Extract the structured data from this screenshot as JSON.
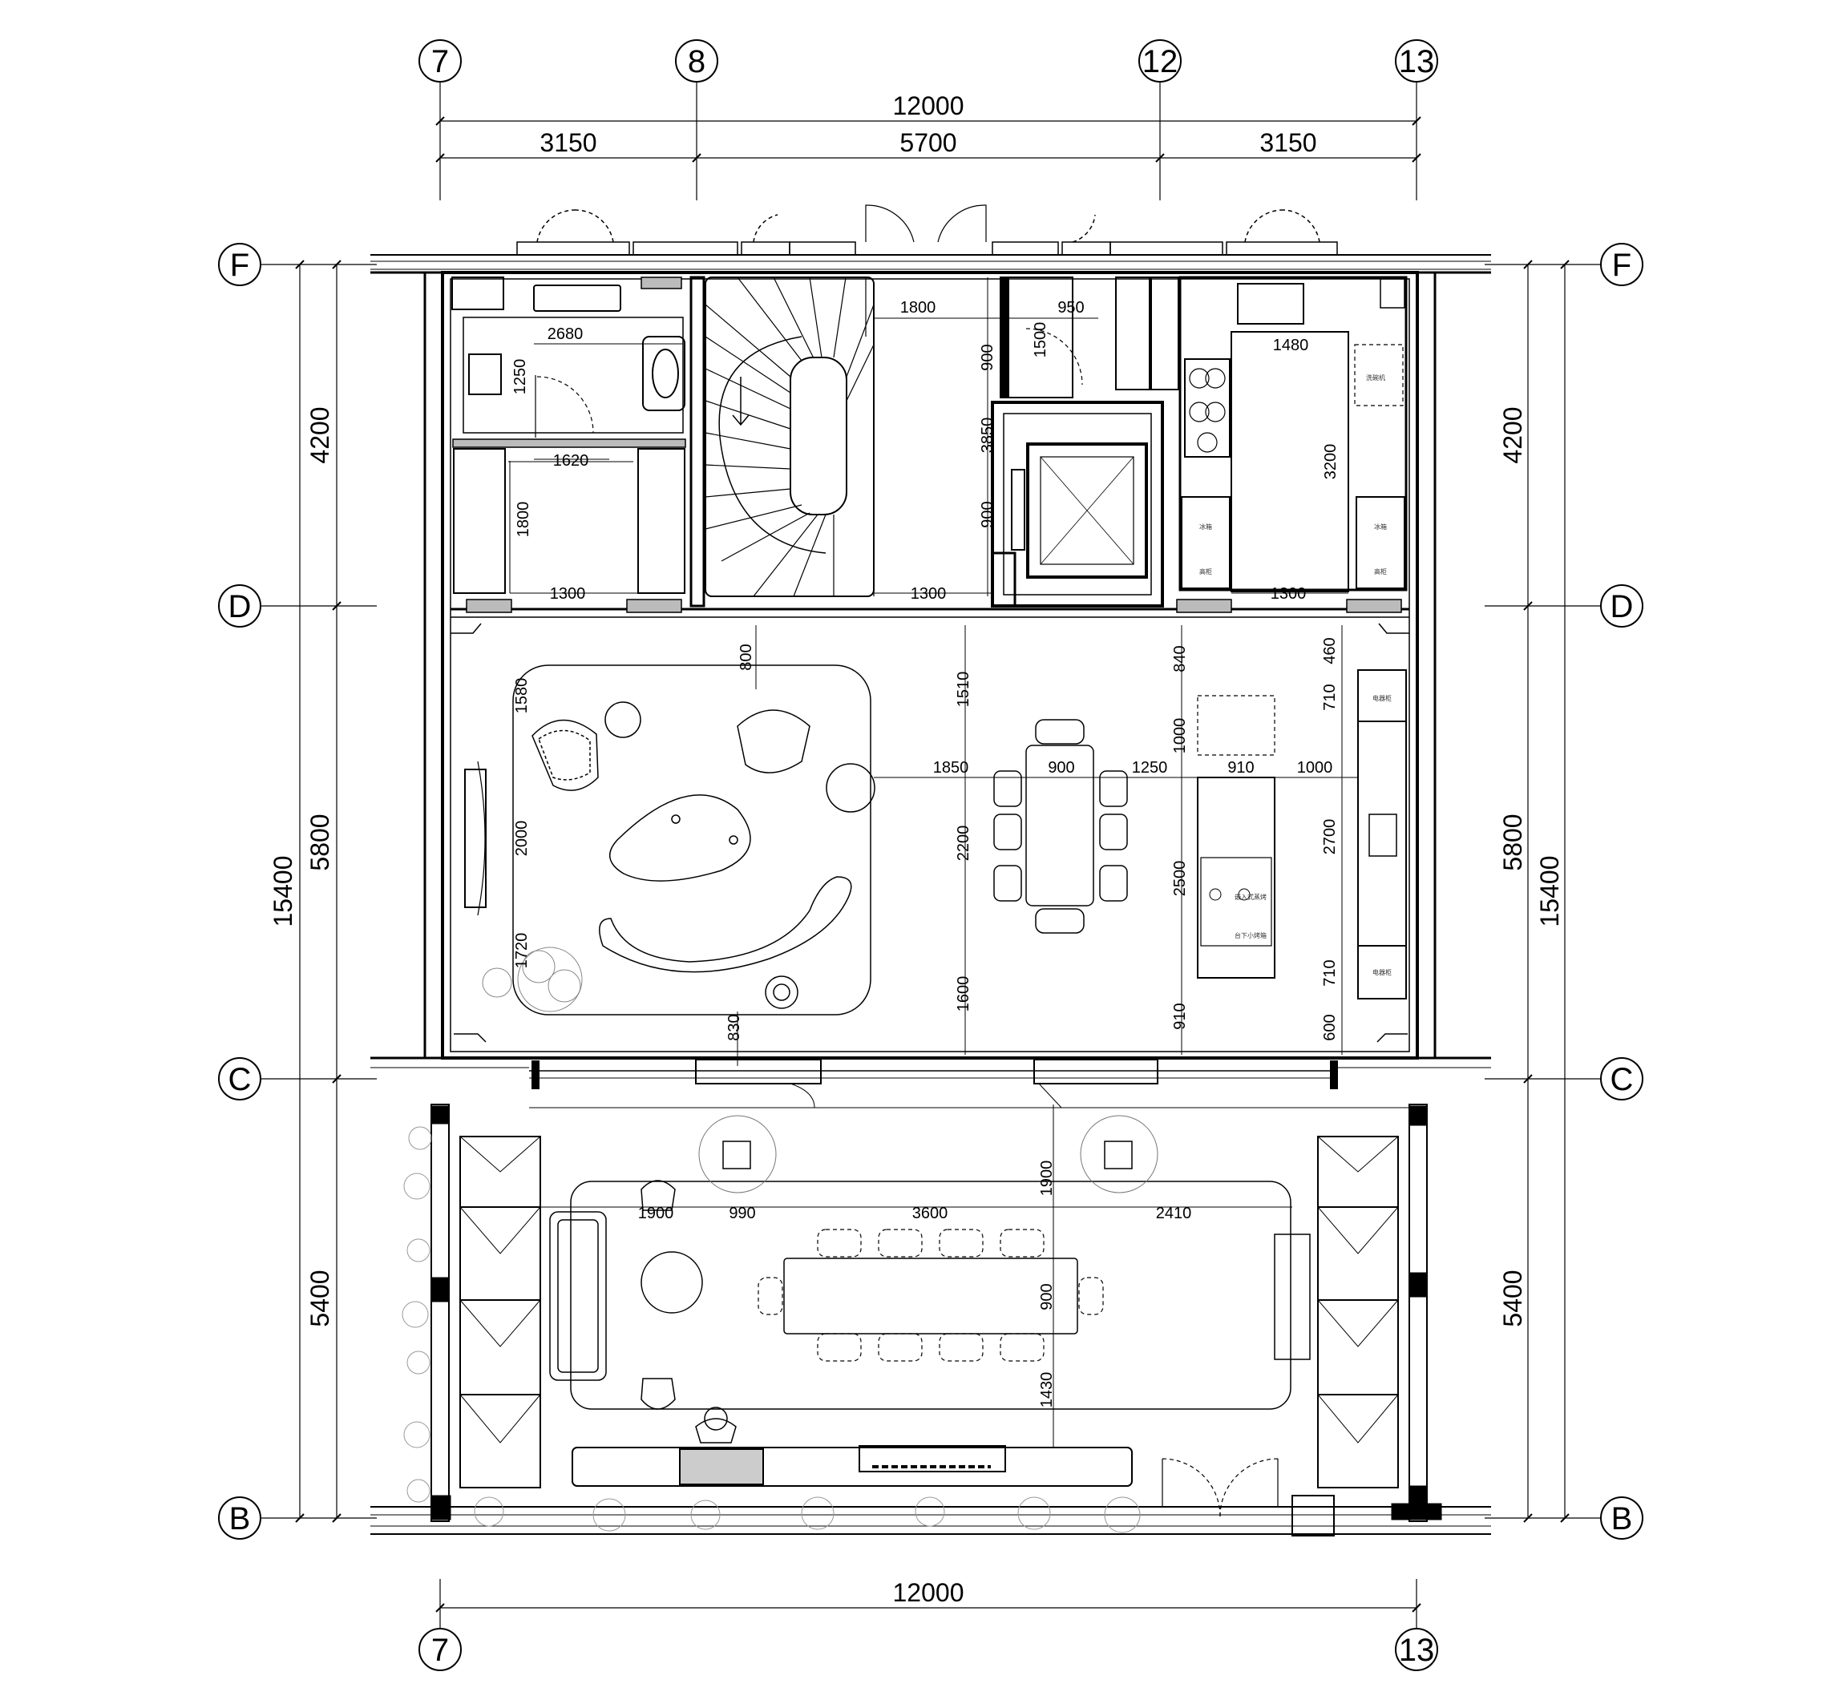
{
  "grid": {
    "columns": [
      "7",
      "8",
      "12",
      "13"
    ],
    "rows": [
      "F",
      "D",
      "C",
      "B"
    ]
  },
  "dims": {
    "top_total": "12000",
    "top_segments": [
      "3150",
      "5700",
      "3150"
    ],
    "bottom_total": "12000",
    "left_total": "15400",
    "left_segments": [
      "4200",
      "5800",
      "5400"
    ],
    "right_total": "15400",
    "right_segments": [
      "4200",
      "5800",
      "5400"
    ]
  },
  "interior_dims": {
    "bath_w": "2680",
    "bath_1250": "1250",
    "bath_door": "1620",
    "closet_1800": "1800",
    "closet_1300": "1300",
    "hall_1800": "1800",
    "hall_950": "950",
    "hall_1500": "1500",
    "hall_900_a": "900",
    "hall_3850": "3850",
    "hall_900_b": "900",
    "stair_1300": "1300",
    "kitchen_1480": "1480",
    "kitchen_3200": "3200",
    "kitchen_1300": "1300",
    "living_800": "800",
    "living_1580": "1580",
    "living_2000": "2000",
    "living_1720": "1720",
    "living_830": "830",
    "dining_1510": "1510",
    "dining_1850": "1850",
    "dining_900": "900",
    "dining_1250": "1250",
    "dining_2200": "2200",
    "dining_1600": "1600",
    "isl_840": "840",
    "isl_1000": "1000",
    "isl_910a": "910",
    "isl_1000b": "1000",
    "isl_2500": "2500",
    "isl_910b": "910",
    "cab_460": "460",
    "cab_710a": "710",
    "cab_2700": "2700",
    "cab_710b": "710",
    "cab_600": "600",
    "terr_1900": "1900",
    "terr_990": "990",
    "terr_3600": "3600",
    "terr_2410": "2410",
    "terr_1900v": "1900",
    "terr_900": "900",
    "terr_1430": "1430"
  },
  "appliance_labels": {
    "dishwasher": "洗碗机",
    "fridge1": "冰箱",
    "fridge1b": "高柜",
    "fridge2": "冰箱",
    "fridge2b": "高柜",
    "elec1": "电器柜",
    "elec2": "电器柜",
    "oven": "嵌入式蒸烤",
    "undercounter": "台下小烤箱"
  }
}
